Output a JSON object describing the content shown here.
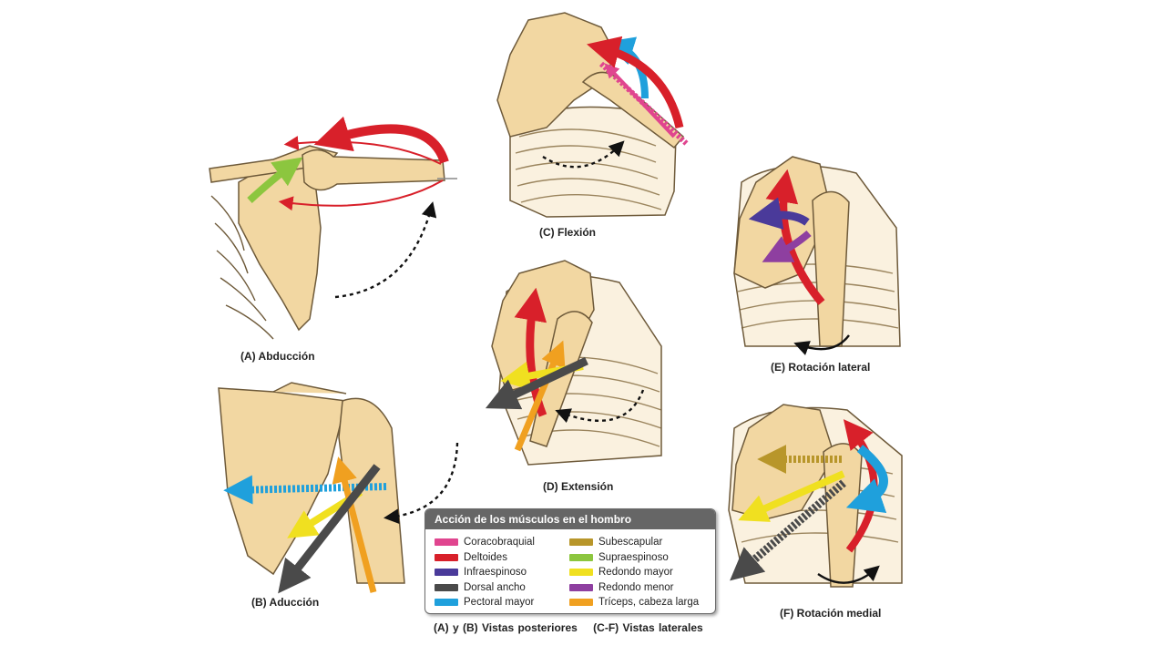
{
  "panels": {
    "a": "(A) Abducción",
    "b": "(B) Aducción",
    "c": "(C) Flexión",
    "d": "(D) Extensión",
    "e": "(E) Rotación lateral",
    "f": "(F) Rotación medial"
  },
  "legend": {
    "title": "Acción de los músculos en el hombro",
    "items": [
      {
        "label": "Coracobraquial",
        "color": "#e0458f"
      },
      {
        "label": "Deltoides",
        "color": "#d8202a"
      },
      {
        "label": "Infraespinoso",
        "color": "#4a3a9a"
      },
      {
        "label": "Dorsal ancho",
        "color": "#4a4a4a"
      },
      {
        "label": "Pectoral mayor",
        "color": "#1fa0dc"
      },
      {
        "label": "Subescapular",
        "color": "#b8962a"
      },
      {
        "label": "Supraespinoso",
        "color": "#8cc63f"
      },
      {
        "label": "Redondo mayor",
        "color": "#f0e020"
      },
      {
        "label": "Redondo menor",
        "color": "#8e3fa0"
      },
      {
        "label": "Tríceps, cabeza larga",
        "color": "#f0a020"
      }
    ]
  },
  "footer": {
    "posterior": "(A) y (B) Vistas posteriores",
    "lateral": "(C-F) Vistas laterales"
  },
  "colors": {
    "bone": "#f2d7a2",
    "bone_outline": "#6e5a3a",
    "dashed_arrow": "#111111"
  }
}
